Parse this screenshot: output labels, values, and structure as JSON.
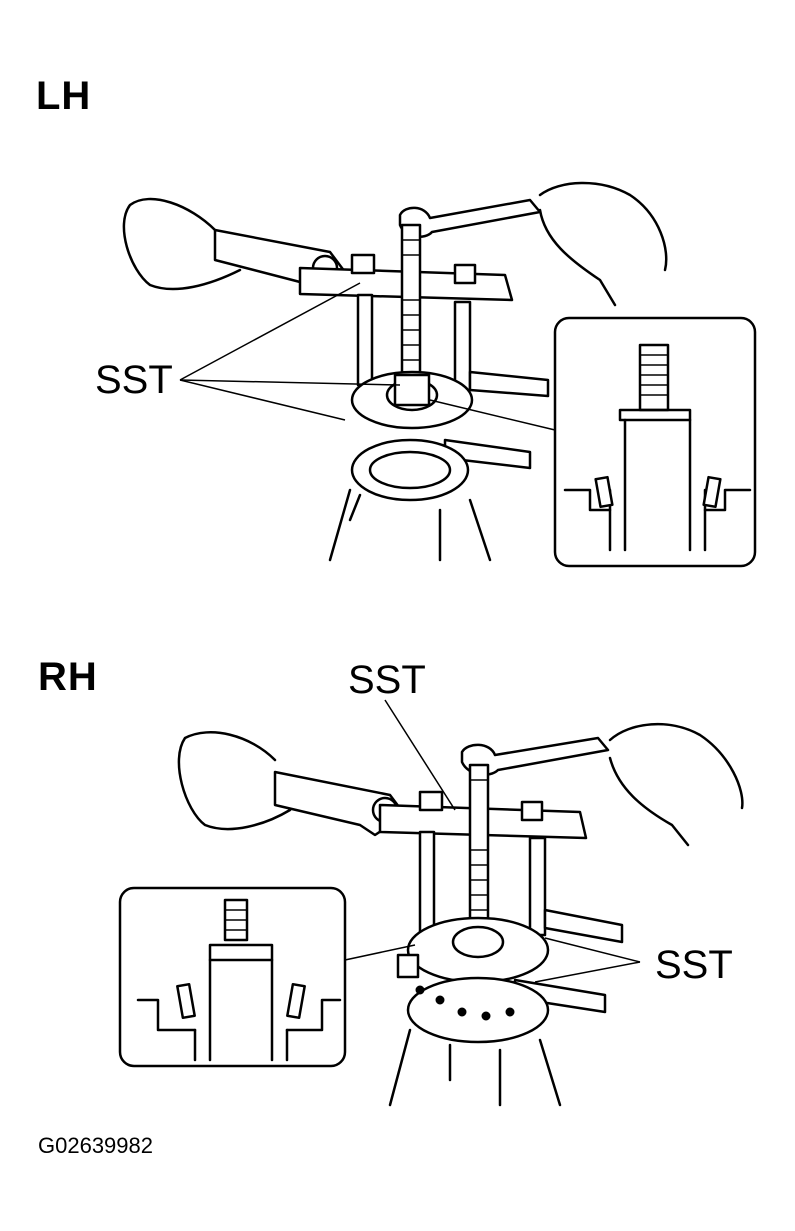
{
  "lh": {
    "section_label": "LH",
    "sst_label": "SST"
  },
  "rh": {
    "section_label": "RH",
    "sst_label_top": "SST",
    "sst_label_right": "SST"
  },
  "figure_id": "G02639982"
}
